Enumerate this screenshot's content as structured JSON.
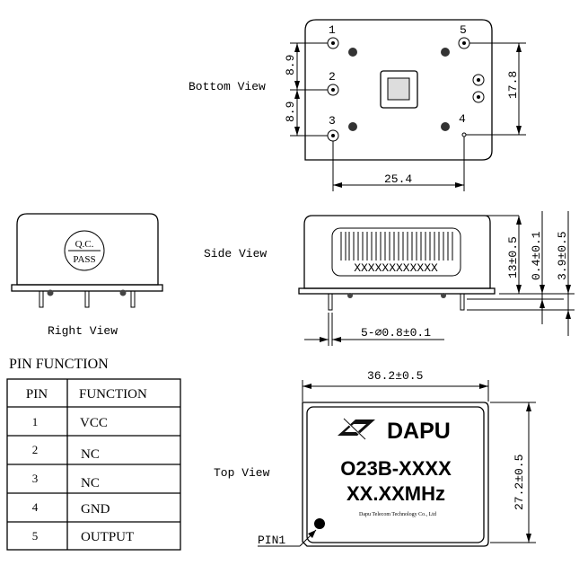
{
  "views": {
    "bottom": {
      "label": "Bottom View",
      "pins": [
        "1",
        "2",
        "3",
        "4",
        "5"
      ],
      "dimensions": {
        "pin_spacing_upper": "8.9",
        "pin_spacing_lower": "8.9",
        "height": "17.8",
        "width": "25.4"
      }
    },
    "side": {
      "label": "Side View",
      "marking": "XXXXXXXXXXXX",
      "dimensions": {
        "body_height": "13±0.5",
        "flange": "0.4±0.1",
        "pin_length": "3.9±0.5",
        "pin_diameter": "5-∅0.8±0.1"
      }
    },
    "right": {
      "label": "Right View",
      "stamp_top": "Q.C.",
      "stamp_bottom": "PASS"
    },
    "top": {
      "label": "Top View",
      "brand": "DAPU",
      "model": "O23B-XXXX",
      "frequency": "XX.XXMHz",
      "company": "Dapu Telecom Technology Co., Ltd",
      "pin1_label": "PIN1",
      "dimensions": {
        "width": "36.2±0.5",
        "height": "27.2±0.5"
      }
    }
  },
  "pin_function": {
    "title": "PIN FUNCTION",
    "headers": [
      "PIN",
      "FUNCTION"
    ],
    "rows": [
      {
        "pin": "1",
        "function": "VCC"
      },
      {
        "pin": "2",
        "function": "NC"
      },
      {
        "pin": "3",
        "function": "NC"
      },
      {
        "pin": "4",
        "function": "GND"
      },
      {
        "pin": "5",
        "function": "OUTPUT"
      }
    ]
  }
}
